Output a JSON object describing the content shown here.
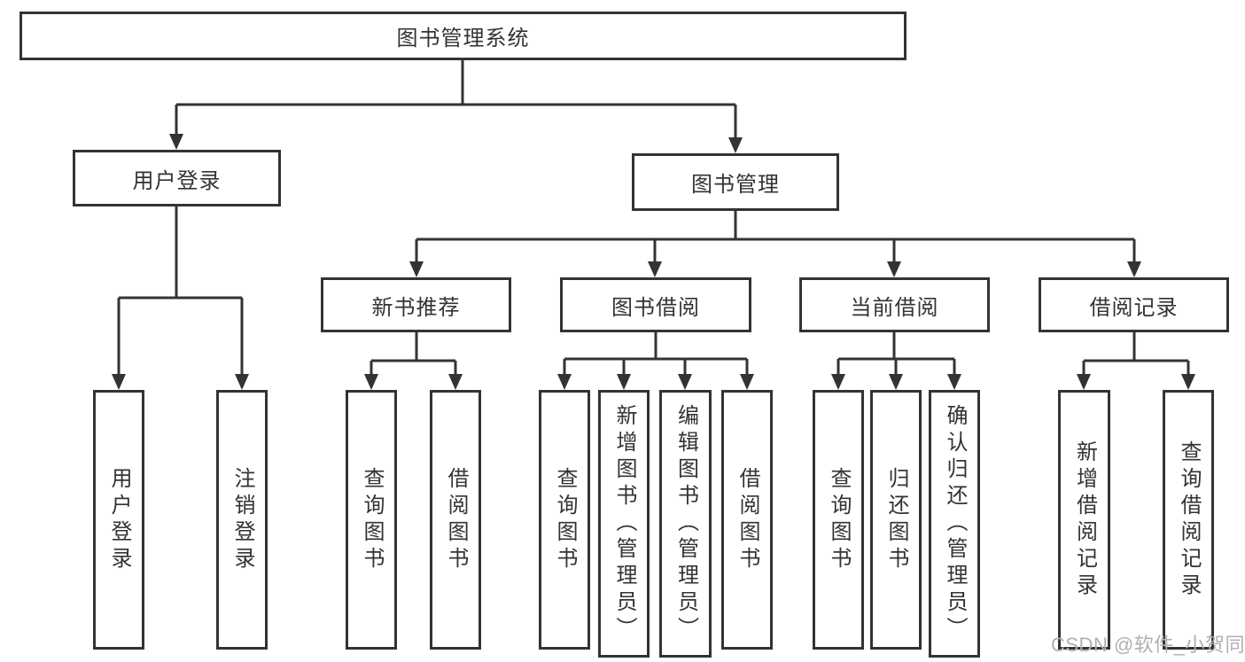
{
  "colors": {
    "stroke": "#333333",
    "text": "#333333",
    "watermark": "#b0b0b0",
    "background": "#ffffff"
  },
  "nodes": {
    "root": "图书管理系统",
    "user_login": "用户登录",
    "book_mgmt": "图书管理",
    "new_book_rec": "新书推荐",
    "book_borrow": "图书借阅",
    "current_borrow": "当前借阅",
    "borrow_records": "借阅记录",
    "leaf_user_login": "用户登录",
    "leaf_logout": "注销登录",
    "leaf_query_book_rec": "查询图书",
    "leaf_borrow_book_rec": "借阅图书",
    "leaf_query_book_borrow": "查询图书",
    "leaf_add_book_admin": "新增图书（管理员）",
    "leaf_edit_book_admin": "编辑图书（管理员）",
    "leaf_borrow_book_borrow": "借阅图书",
    "leaf_query_book_current": "查询图书",
    "leaf_return_book": "归还图书",
    "leaf_confirm_return_admin": "确认归还（管理员）",
    "leaf_add_borrow_record": "新增借阅记录",
    "leaf_query_borrow_record": "查询借阅记录"
  },
  "watermark": "CSDN @软件_小贺同学"
}
